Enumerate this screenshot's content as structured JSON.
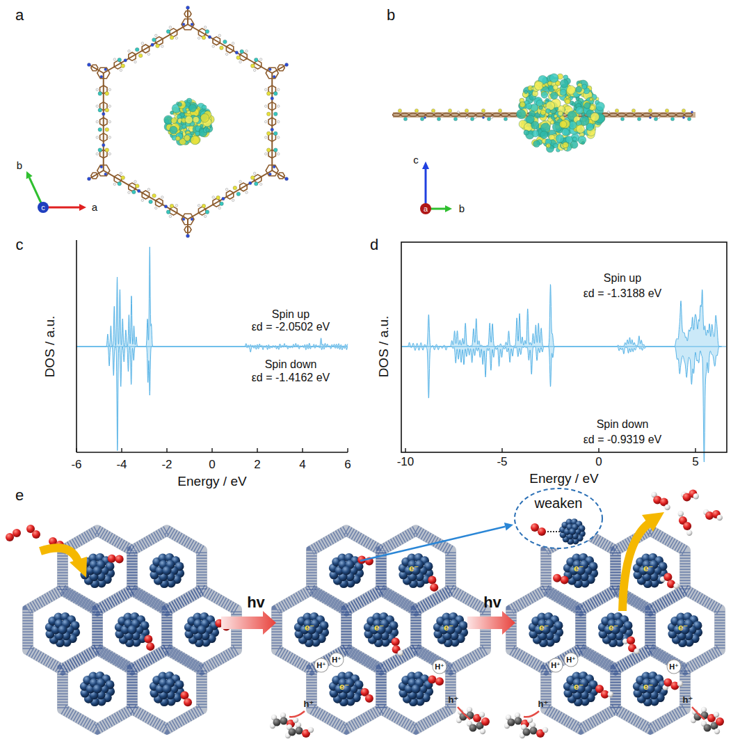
{
  "diagram": {
    "nodes": [
      {
        "text": [
          "weaken"
        ]
      }
    ],
    "labels": [
      "a",
      "b",
      "c",
      "a",
      "b",
      "c",
      "a",
      "b",
      "c",
      "DOS / a.u.",
      "-6",
      "-4",
      "-2",
      "0",
      "2",
      "4",
      "6",
      "Energy / eV",
      "Spin up",
      "εd = -2.0502 eV",
      "Spin down",
      "εd = -1.4162 eV",
      "d",
      "DOS / a.u.",
      "-10",
      "-5",
      "0",
      "5",
      "Energy / eV",
      "Spin up",
      "εd = -1.3188 eV",
      "Spin down",
      "εd = -0.9319 eV",
      "e",
      "hv",
      "e⁻",
      "e⁻",
      "e⁻",
      "e⁻",
      "e⁻",
      "h⁺",
      "h⁺",
      "H⁺",
      "H⁺",
      "H⁺",
      "hv",
      "e⁻",
      "e⁻",
      "e⁻",
      "e⁻",
      "e⁻",
      "e⁻",
      "e⁻",
      "h⁺",
      "h⁺",
      "H⁺",
      "H⁺",
      "H⁺"
    ]
  }
}
